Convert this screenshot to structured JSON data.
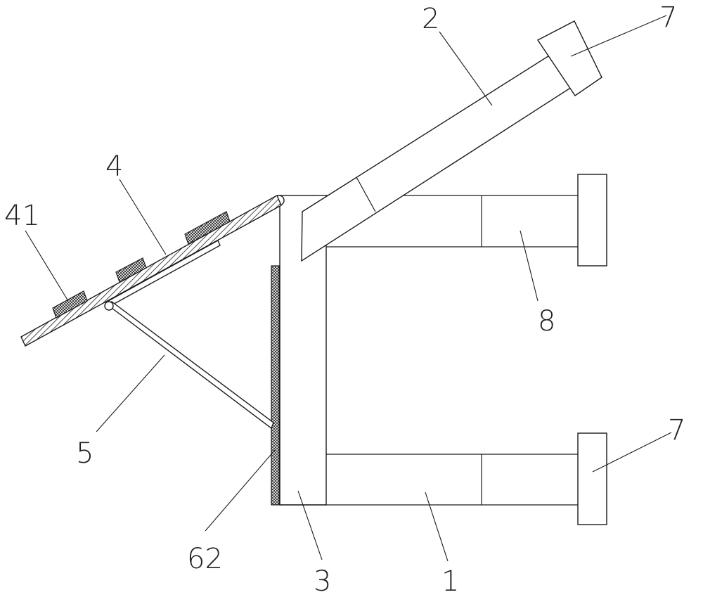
{
  "labels": {
    "l1": "1",
    "l2": "2",
    "l3": "3",
    "l4": "4",
    "l41": "41",
    "l5": "5",
    "l62": "62",
    "l7_top": "7",
    "l7_bottom": "7",
    "l8": "8"
  },
  "colors": {
    "line": "#1a1a1a",
    "background": "#ffffff"
  }
}
